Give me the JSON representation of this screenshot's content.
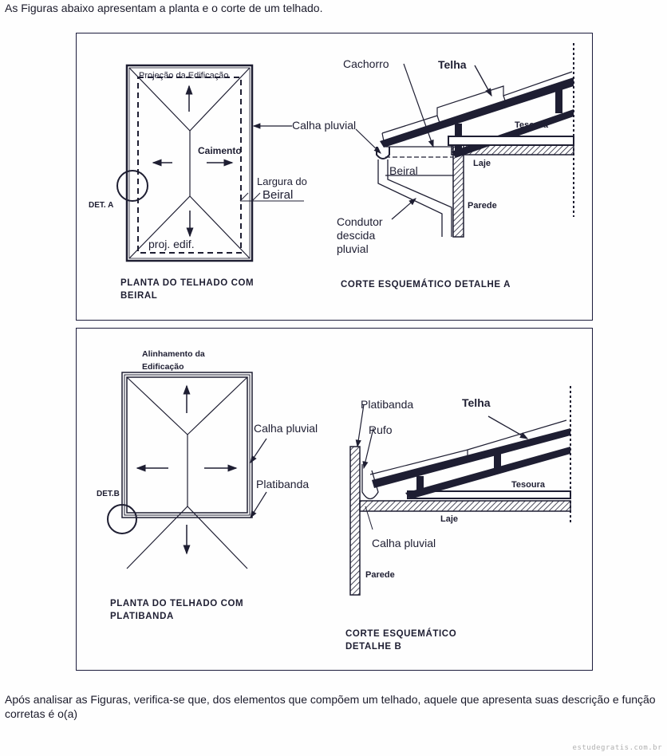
{
  "intro_text": "As Figuras abaixo apresentam a planta e o corte de um telhado.",
  "figure_a": {
    "plan": {
      "caption_line1": "PLANTA DO TELHADO COM",
      "caption_line2": "BEIRAL",
      "labels": {
        "projecao": "Projeção da Edificação",
        "caimento": "Caimento",
        "calha": "Calha pluvial",
        "largura_line1": "Largura do",
        "largura_line2": "Beiral",
        "det": "DET. A",
        "proj_edif": "proj. edif."
      }
    },
    "section": {
      "caption": "CORTE ESQUEMÁTICO DETALHE A",
      "labels": {
        "cachorro": "Cachorro",
        "telha": "Telha",
        "tesoura": "Tesoura",
        "laje": "Laje",
        "beiral": "Beiral",
        "parede": "Parede",
        "condutor_line1": "Condutor",
        "condutor_line2": "descida",
        "condutor_line3": "pluvial"
      }
    }
  },
  "figure_b": {
    "plan": {
      "caption_line1": "PLANTA DO TELHADO COM",
      "caption_line2": "PLATIBANDA",
      "labels": {
        "alinhamento_line1": "Alinhamento da",
        "alinhamento_line2": "Edificação",
        "calha": "Calha pluvial",
        "platibanda": "Platibanda",
        "det": "DET.B"
      }
    },
    "section": {
      "caption_line1": "CORTE ESQUEMÁTICO",
      "caption_line2": "DETALHE B",
      "labels": {
        "platibanda": "Platibanda",
        "rufo": "Rufo",
        "telha": "Telha",
        "tesoura": "Tesoura",
        "laje": "Laje",
        "calha": "Calha pluvial",
        "parede": "Parede"
      }
    }
  },
  "question_text": "Após analisar as Figuras, verifica-se que, dos elementos que compõem um telhado, aquele que apresenta suas descrição e função corretas é o(a)",
  "watermark": "estudegratis.com.br"
}
